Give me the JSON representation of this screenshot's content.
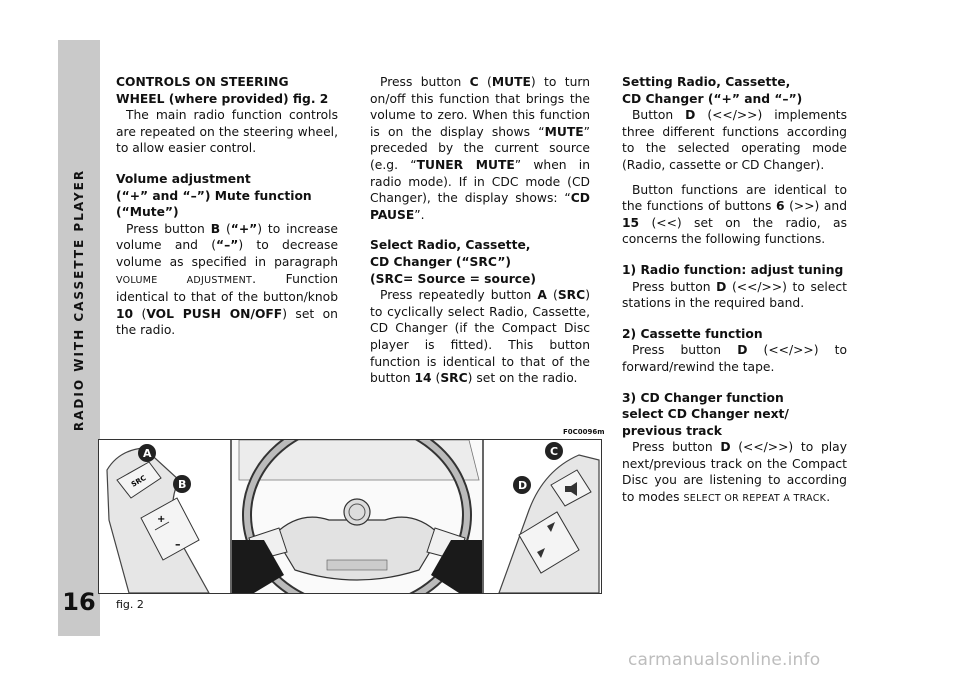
{
  "sidebar": {
    "section_title": "RADIO WITH CASSETTE PLAYER",
    "page_number": "16"
  },
  "col1": {
    "heading1_line1": "CONTROLS ON STEERING",
    "heading1_line2": "WHEEL (where provided) fig. 2",
    "para1": "The main radio function controls are repeated on the steering wheel, to allow easier control.",
    "heading2_line1": "Volume adjustment",
    "heading2_line2": "(“+” and “–”) Mute function",
    "heading2_line3": "(“Mute”)",
    "para2_a": "Press button ",
    "para2_b": "B",
    "para2_c": " (",
    "para2_d": "“+”",
    "para2_e": ") to increase volume and (",
    "para2_f": "“–”",
    "para2_g": ") to decrease volume as specified in paragraph ",
    "para2_h": "VOLUME ADJUSTMENT",
    "para2_i": ". Function identical to that of the button/knob ",
    "para2_j": "10",
    "para2_k": " (",
    "para2_l": "VOL PUSH ON/OFF",
    "para2_m": ") set on the radio."
  },
  "col2": {
    "para1_a": "Press button ",
    "para1_b": "C",
    "para1_c": " (",
    "para1_d": "MUTE",
    "para1_e": ") to turn on/off this function that brings the volume to zero. When this function is on the display shows “",
    "para1_f": "MUTE",
    "para1_g": "” preceded by the current source (e.g. “",
    "para1_h": "TUNER MUTE",
    "para1_i": "” when in radio mode). If in CDC mode (CD Changer), the display shows: “",
    "para1_j": "CD PAUSE",
    "para1_k": "”.",
    "heading_line1": "Select Radio, Cassette,",
    "heading_line2": "CD Changer (“SRC”)",
    "heading_line3": "(SRC= Source = source)",
    "para2_a": "Press repeatedly button ",
    "para2_b": "A",
    "para2_c": " (",
    "para2_d": "SRC",
    "para2_e": ") to cyclically select Radio, Cassette, CD Changer (if the Compact Disc player is fitted). This button function is identical to that of the button ",
    "para2_f": "14",
    "para2_g": " (",
    "para2_h": "SRC",
    "para2_i": ") set on the radio."
  },
  "col3": {
    "heading1_line1": "Setting Radio, Cassette,",
    "heading1_line2": "CD Changer (“+” and “–”)",
    "para1_a": "Button ",
    "para1_b": "D",
    "para1_c": " (<</>>) implements three different functions according to the selected operating mode (Radio, cassette or CD Changer).",
    "para2_a": "Button functions are identical to the functions of buttons ",
    "para2_b": "6",
    "para2_c": " (>>) and ",
    "para2_d": "15",
    "para2_e": " (<<) set on the radio, as concerns the following functions.",
    "heading2": "1) Radio function: adjust tuning",
    "para3_a": "Press button ",
    "para3_b": "D",
    "para3_c": " (<</>>) to select stations in the required band.",
    "heading3": "2) Cassette function",
    "para4_a": "Press button ",
    "para4_b": "D",
    "para4_c": " (<</>>) to forward/rewind the tape.",
    "heading4_line1": "3) CD Changer function",
    "heading4_line2": "select CD Changer next/",
    "heading4_line3": "previous track",
    "para5_a": "Press button ",
    "para5_b": "D",
    "para5_c": " (<</>>) to play next/previous track on the Compact Disc you are listening to according to modes ",
    "para5_d": "SELECT OR REPEAT A TRACK",
    "para5_e": "."
  },
  "figure": {
    "code": "F0C0096m",
    "caption": "fig. 2",
    "label_a": "A",
    "label_b": "B",
    "label_c": "C",
    "label_d": "D",
    "src_text": "SRC",
    "badge_color": "#222222"
  },
  "watermark": "carmanualsonline.info"
}
